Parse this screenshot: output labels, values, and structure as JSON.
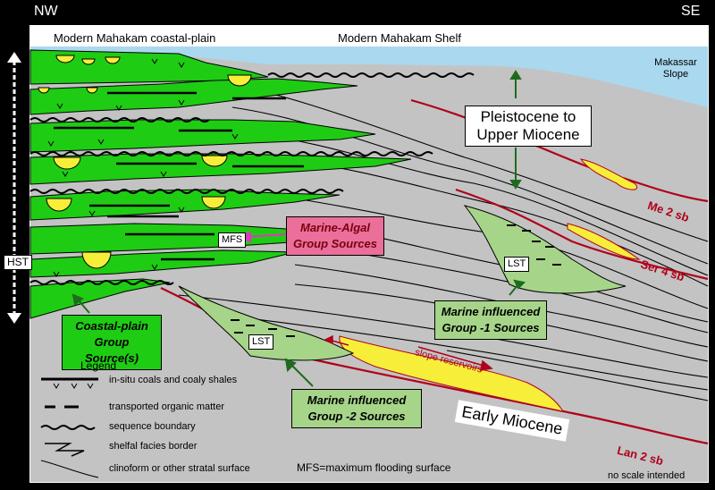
{
  "direction": {
    "left": "NW",
    "right": "SE"
  },
  "header": {
    "left": "Modern Mahakam coastal-plain",
    "middle": "Modern Mahakam Shelf"
  },
  "labels": {
    "makassar": "Makassar Slope",
    "pleistocene": "Pleistocene to Upper Miocene",
    "early_miocene": "Early Miocene",
    "mfs": "MFS",
    "hst": "HST",
    "lst": "LST",
    "slope_reservoirs": "slope reservoirs",
    "mfs_def": "MFS=maximum flooding surface",
    "no_scale": "no scale intended"
  },
  "boundaries": [
    "Me 2 sb",
    "Ser 4 sb",
    "Lan 2 sb"
  ],
  "sources": {
    "marine_algal": "Marine-Algal Group Sources",
    "coastal_plain": "Coastal-plain Group Source(s)",
    "marine_1": "Marine influenced Group -1 Sources",
    "marine_2": "Marine influenced Group -2 Sources"
  },
  "legend": {
    "title": "Legend",
    "items": [
      "in-situ coals and coaly shales",
      "transported organic matter",
      "sequence boundary",
      "shelfal facies border",
      "clinoform or other stratal surface"
    ]
  },
  "colors": {
    "background": "#000000",
    "sea": "#aad8ee",
    "sediment": "#c3c3c3",
    "coastal_green": "#1fcc14",
    "channel_yellow": "#f7ee3a",
    "lst_green": "#a6d58a",
    "algal_pink": "#ea6f9a",
    "boundary_red": "#b0001b",
    "arrow_green": "#1e6b1e"
  }
}
